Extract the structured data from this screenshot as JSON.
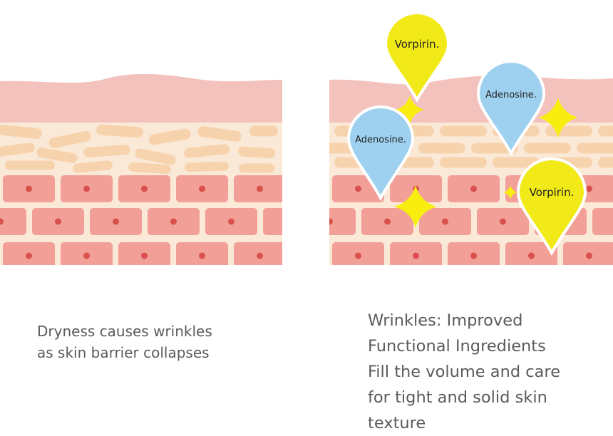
{
  "left_panel": {
    "caption_lines": [
      "Dryness causes wrinkles",
      "as skin barrier collapses"
    ]
  },
  "right_panel": {
    "caption_lines": [
      "Wrinkles: Improved",
      "Functional Ingredients",
      "Fill the volume and care",
      "for tight and solid skin",
      "texture"
    ],
    "ingredients": [
      {
        "label": "Vorpirin.",
        "type": "yellow"
      },
      {
        "label": "Adenosine.",
        "type": "blue"
      },
      {
        "label": "Adenosine.",
        "type": "blue"
      },
      {
        "label": "Vorpirin.",
        "type": "yellow"
      }
    ]
  },
  "colors": {
    "epidermis": "#f4c2bd",
    "barrier_cell": "#f7d3ad",
    "tissue_bg": "#fbe9d8",
    "cell": "#f19f97",
    "nucleus": "#d9514d",
    "yellow_drop": "#f2ea18",
    "blue_drop": "#9dd1ef",
    "sparkle": "#f7ee10"
  }
}
